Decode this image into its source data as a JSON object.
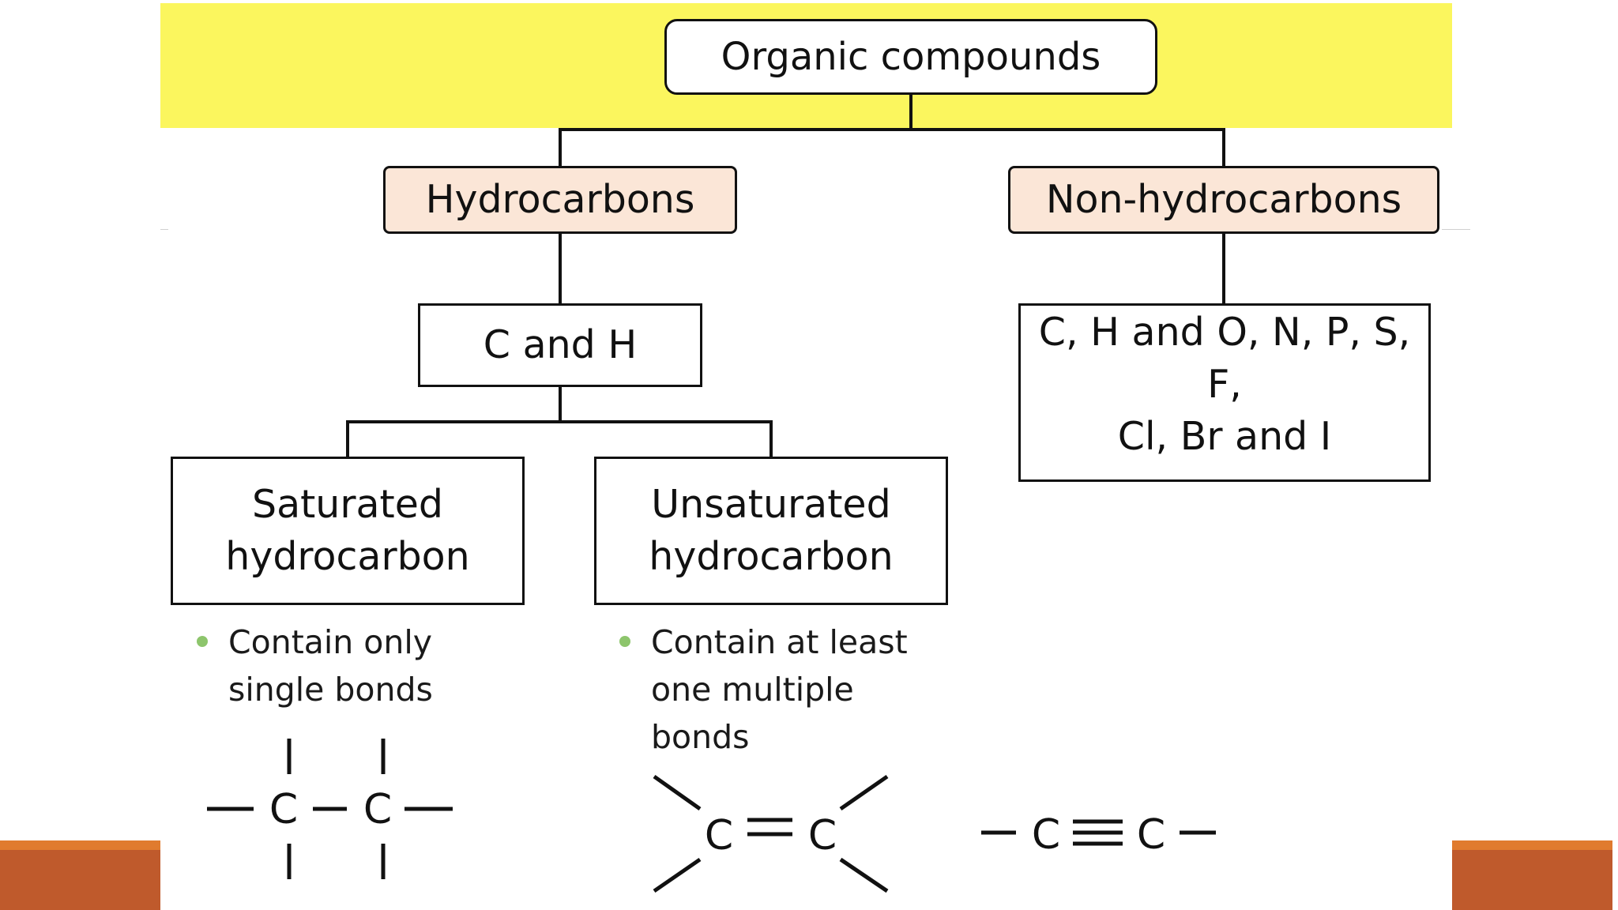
{
  "diagram": {
    "root": "Organic compounds",
    "hydrocarbons": "Hydrocarbons",
    "non_hydrocarbons": "Non-hydrocarbons",
    "c_and_h": "C and H",
    "non_hc_elements": {
      "line1": "C, H and O, N, P, S, F,",
      "line2": "Cl, Br and I"
    },
    "saturated": {
      "line1": "Saturated",
      "line2": "hydrocarbon"
    },
    "unsaturated": {
      "line1": "Unsaturated",
      "line2": "hydrocarbon"
    },
    "saturated_note": {
      "line1": "Contain only",
      "line2": "single bonds"
    },
    "unsaturated_note": {
      "line1": "Contain at least",
      "line2": "one multiple",
      "line3": "bonds"
    },
    "atom_symbol": "C"
  },
  "colors": {
    "highlight_band": "#fbf65e",
    "peach_box": "#fbe6d7",
    "bullet": "#8dc56c",
    "accent_orange": "#bf5a2c",
    "accent_light_orange": "#e07b2e"
  }
}
